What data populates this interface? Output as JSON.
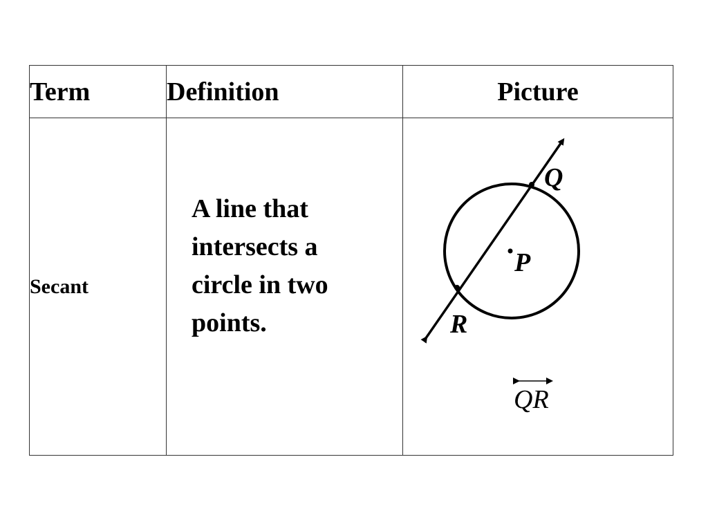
{
  "table": {
    "headers": {
      "term": "Term",
      "definition": "Definition",
      "picture": "Picture"
    },
    "row": {
      "term": "Secant",
      "definition": "A line that intersects a circle in two points.",
      "picture": {
        "points": {
          "q": "Q",
          "p": "P",
          "r": "R"
        },
        "notation": "QR"
      }
    }
  }
}
